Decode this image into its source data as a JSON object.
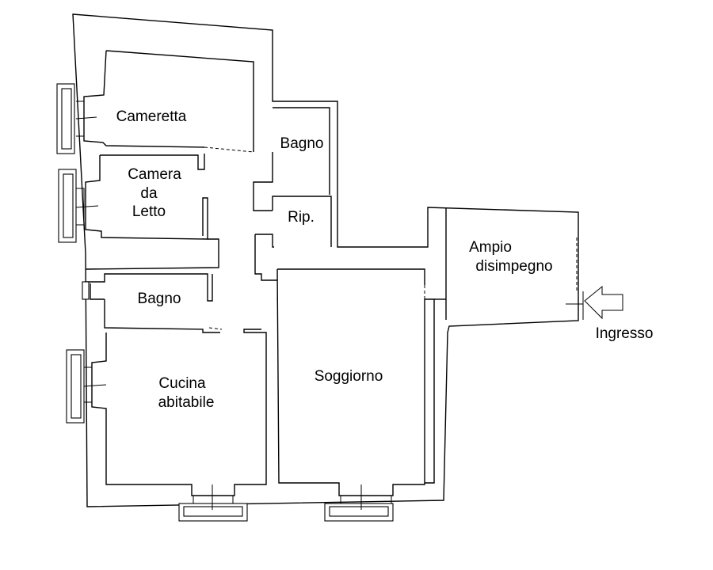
{
  "rooms": {
    "cameretta": "Cameretta",
    "camera_line1": "Camera",
    "camera_line2": "da",
    "camera_line3": "Letto",
    "bagno_top": "Bagno",
    "ripostiglio": "Rip.",
    "ampio_line1": "Ampio",
    "ampio_line2": "disimpegno",
    "bagno_left": "Bagno",
    "cucina_line1": "Cucina",
    "cucina_line2": "abitabile",
    "soggiorno": "Soggiorno"
  },
  "entrance": {
    "label": "Ingresso"
  },
  "icons": {
    "entrance_arrow": "left-arrow-icon"
  }
}
